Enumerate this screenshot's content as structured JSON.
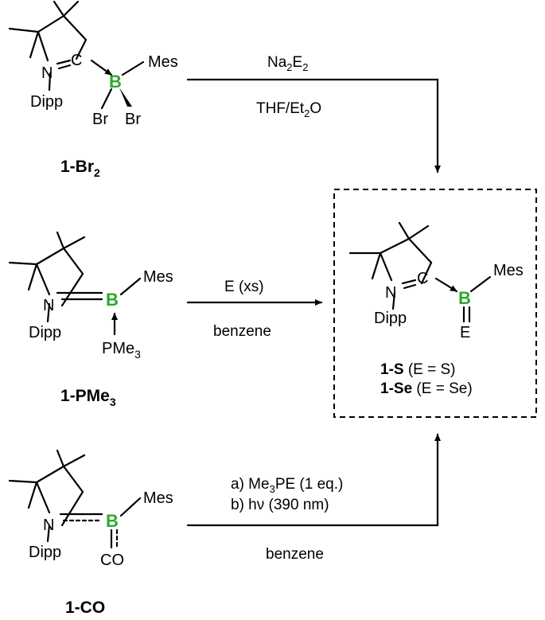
{
  "colors": {
    "text": "#000000",
    "boron": "#2fa82f",
    "frame": "#000000"
  },
  "molecule_1Br2": {
    "atom_N": "N",
    "atom_C": "C",
    "atom_B": "B",
    "mes": "Mes",
    "dipp": "Dipp",
    "br1": "Br",
    "br2": "Br",
    "compound_label_main": "1-Br",
    "compound_label_sub": "2"
  },
  "molecule_1PMe3": {
    "atom_N": "N",
    "atom_B": "B",
    "mes": "Mes",
    "dipp": "Dipp",
    "pme_main": "PMe",
    "pme_sub": "3",
    "compound_label_main": "1-PMe",
    "compound_label_sub": "3"
  },
  "molecule_1CO": {
    "atom_N": "N",
    "atom_B": "B",
    "mes": "Mes",
    "dipp": "Dipp",
    "co": "CO",
    "compound_label": "1-CO"
  },
  "molecule_product": {
    "atom_N": "N",
    "atom_C": "C",
    "atom_B": "B",
    "atom_E": "E",
    "mes": "Mes",
    "dipp": "Dipp",
    "label1_bold": "1-S",
    "label1_rest": " (E = S)",
    "label2_bold": "1-Se",
    "label2_rest": " (E = Se)"
  },
  "reaction_top": {
    "reagent_na": "Na",
    "reagent_sub1": "2",
    "reagent_e": "E",
    "reagent_sub2": "2",
    "solvent_main": "THF/Et",
    "solvent_sub": "2",
    "solvent_end": "O"
  },
  "reaction_middle": {
    "reagent": "E (xs)",
    "solvent": "benzene"
  },
  "reaction_bottom": {
    "step_a_main": "a) Me",
    "step_a_sub": "3",
    "step_a_end": "PE (1 eq.)",
    "step_b": "b) hν (390 nm)",
    "solvent": "benzene"
  }
}
